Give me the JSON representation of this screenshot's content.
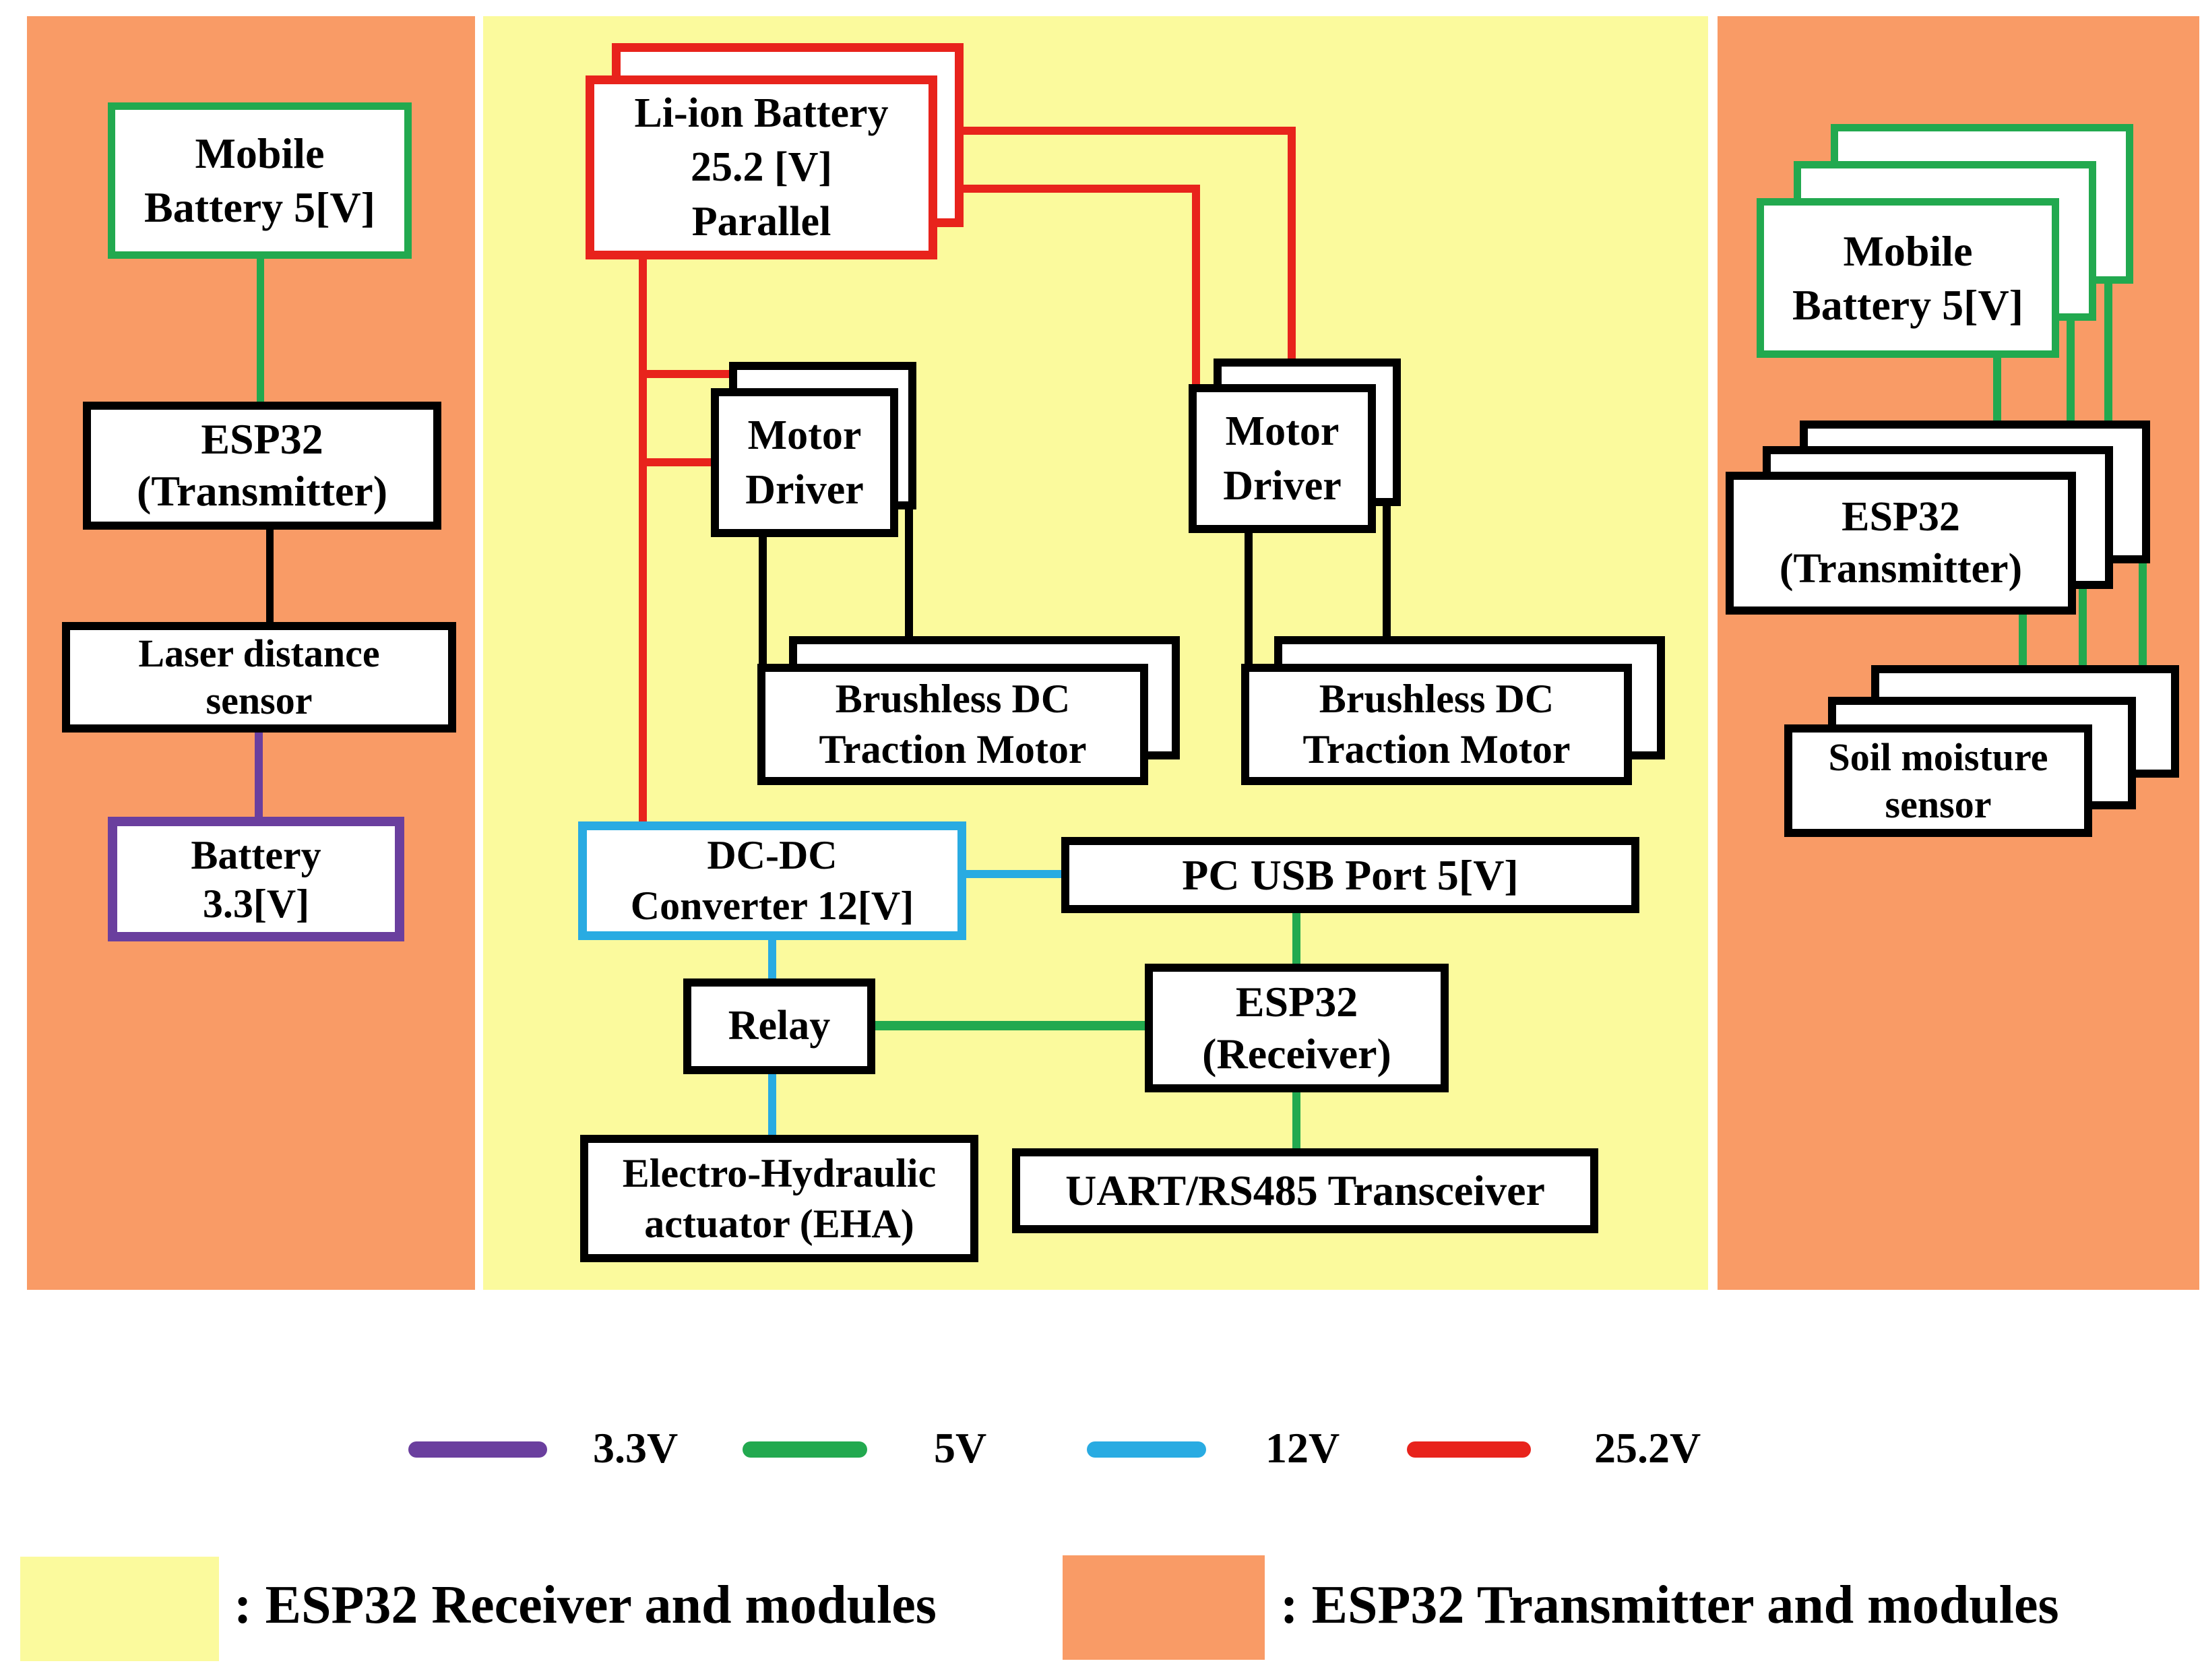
{
  "colors": {
    "orange": "#F99B66",
    "yellow": "#FBFA9D",
    "red": "#E8231C",
    "green": "#22A94F",
    "blue": "#29ABE2",
    "purple": "#6A3F9E",
    "black": "#000000"
  },
  "left_panel": {
    "mobile_battery": "Mobile\nBattery 5[V]",
    "esp32_transmitter": "ESP32\n(Transmitter)",
    "laser_sensor": "Laser distance\nsensor",
    "battery_33": "Battery\n3.3[V]"
  },
  "center_panel": {
    "li_ion_battery": "Li-ion Battery\n25.2 [V]\nParallel",
    "motor_driver_left": "Motor\nDriver",
    "motor_driver_right": "Motor\nDriver",
    "brushless_left": "Brushless DC\nTraction Motor",
    "brushless_right": "Brushless DC\nTraction Motor",
    "dcdc_converter": "DC-DC\nConverter 12[V]",
    "pc_usb_port": "PC USB Port 5[V]",
    "relay": "Relay",
    "esp32_receiver": "ESP32\n(Receiver)",
    "eha": "Electro-Hydraulic\nactuator (EHA)",
    "uart": "UART/RS485 Transceiver"
  },
  "right_panel": {
    "mobile_battery": "Mobile\nBattery 5[V]",
    "esp32_transmitter": "ESP32\n(Transmitter)",
    "soil_sensor": "Soil moisture\nsensor"
  },
  "voltage_legend": {
    "items": [
      {
        "label": "3.3V",
        "color": "#6A3F9E"
      },
      {
        "label": "5V",
        "color": "#22A94F"
      },
      {
        "label": "12V",
        "color": "#29ABE2"
      },
      {
        "label": "25.2V",
        "color": "#E8231C"
      }
    ]
  },
  "area_legend": {
    "receiver": ": ESP32 Receiver and modules",
    "transmitter": ": ESP32 Transmitter and modules"
  }
}
